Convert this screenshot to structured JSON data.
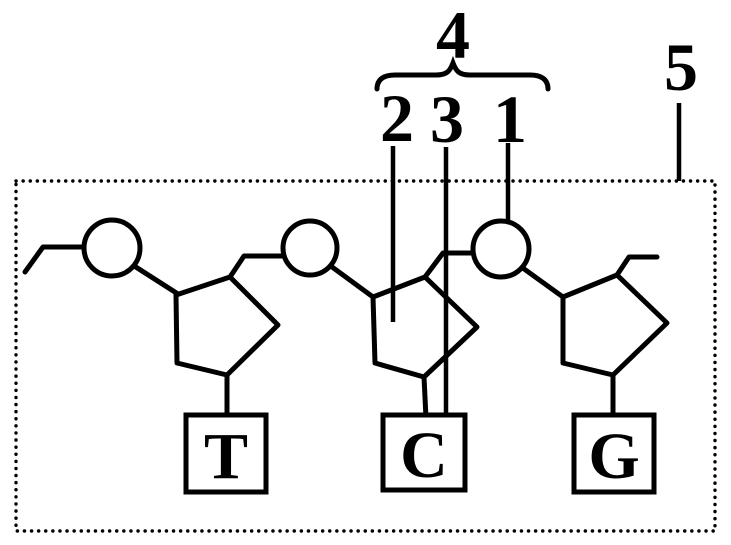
{
  "figure": {
    "kind": "nucleic-acid-strand-patent-diagram",
    "colors": {
      "line": "#000000",
      "background": "#ffffff"
    }
  },
  "reference_labels": {
    "one": "1",
    "two": "2",
    "three": "3",
    "four": "4",
    "five": "5"
  },
  "bases": {
    "first": "T",
    "second": "C",
    "third": "G"
  }
}
